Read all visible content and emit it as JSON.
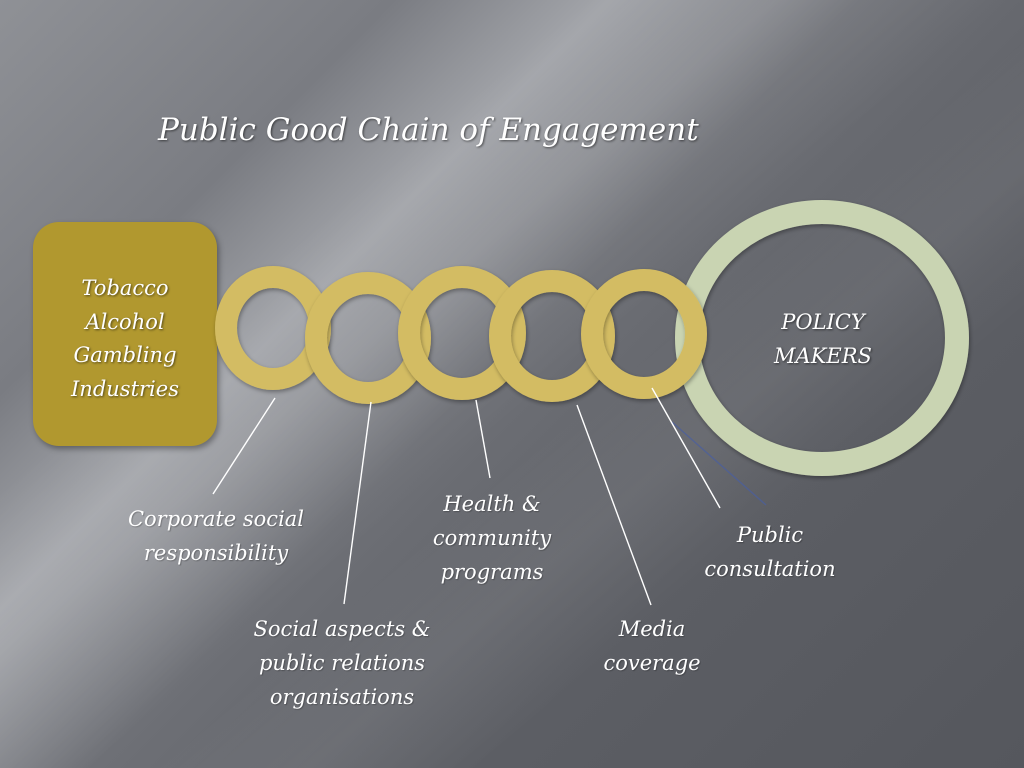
{
  "title": "Public Good Chain of Engagement",
  "industries": {
    "lines": [
      "Tobacco",
      "Alcohol",
      "Gambling",
      "Industries"
    ]
  },
  "policy_makers": {
    "lines": [
      "POLICY",
      "MAKERS"
    ]
  },
  "links": [
    {
      "lines": [
        "Corporate social",
        "responsibility"
      ]
    },
    {
      "lines": [
        "Social aspects &",
        "public relations",
        "organisations"
      ]
    },
    {
      "lines": [
        "Health &",
        "community",
        "programs"
      ]
    },
    {
      "lines": [
        "Media",
        "coverage"
      ]
    },
    {
      "lines": [
        "Public",
        "consultation"
      ]
    }
  ],
  "colors": {
    "industries_box": "#b1982f",
    "chain_link": "#d3bc63",
    "policy_ring": "#c9d4b2",
    "text": "#ffffff"
  }
}
